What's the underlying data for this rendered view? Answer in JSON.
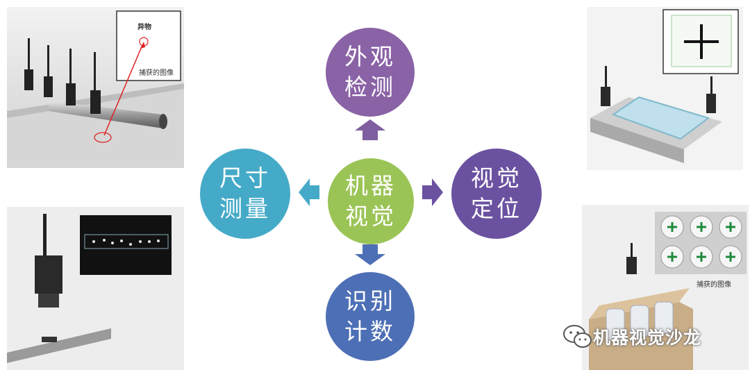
{
  "center": {
    "line1": "机器",
    "line2": "视觉",
    "color": "#9bc457"
  },
  "top": {
    "line1": "外观",
    "line2": "检测",
    "color": "#8a62a6"
  },
  "left": {
    "line1": "尺寸",
    "line2": "测量",
    "color": "#45aac8"
  },
  "right": {
    "line1": "视觉",
    "line2": "定位",
    "color": "#6b52a1"
  },
  "bottom": {
    "line1": "识别",
    "line2": "计数",
    "color": "#4d6fb6"
  },
  "images": {
    "top_left": {
      "label_foreign": "异物",
      "label_captured": "捕获的图像"
    },
    "bottom_right": {
      "label_captured": "捕获的图像"
    }
  },
  "watermark": {
    "text": "机器视觉沙龙",
    "icon": "wechat-icon"
  }
}
